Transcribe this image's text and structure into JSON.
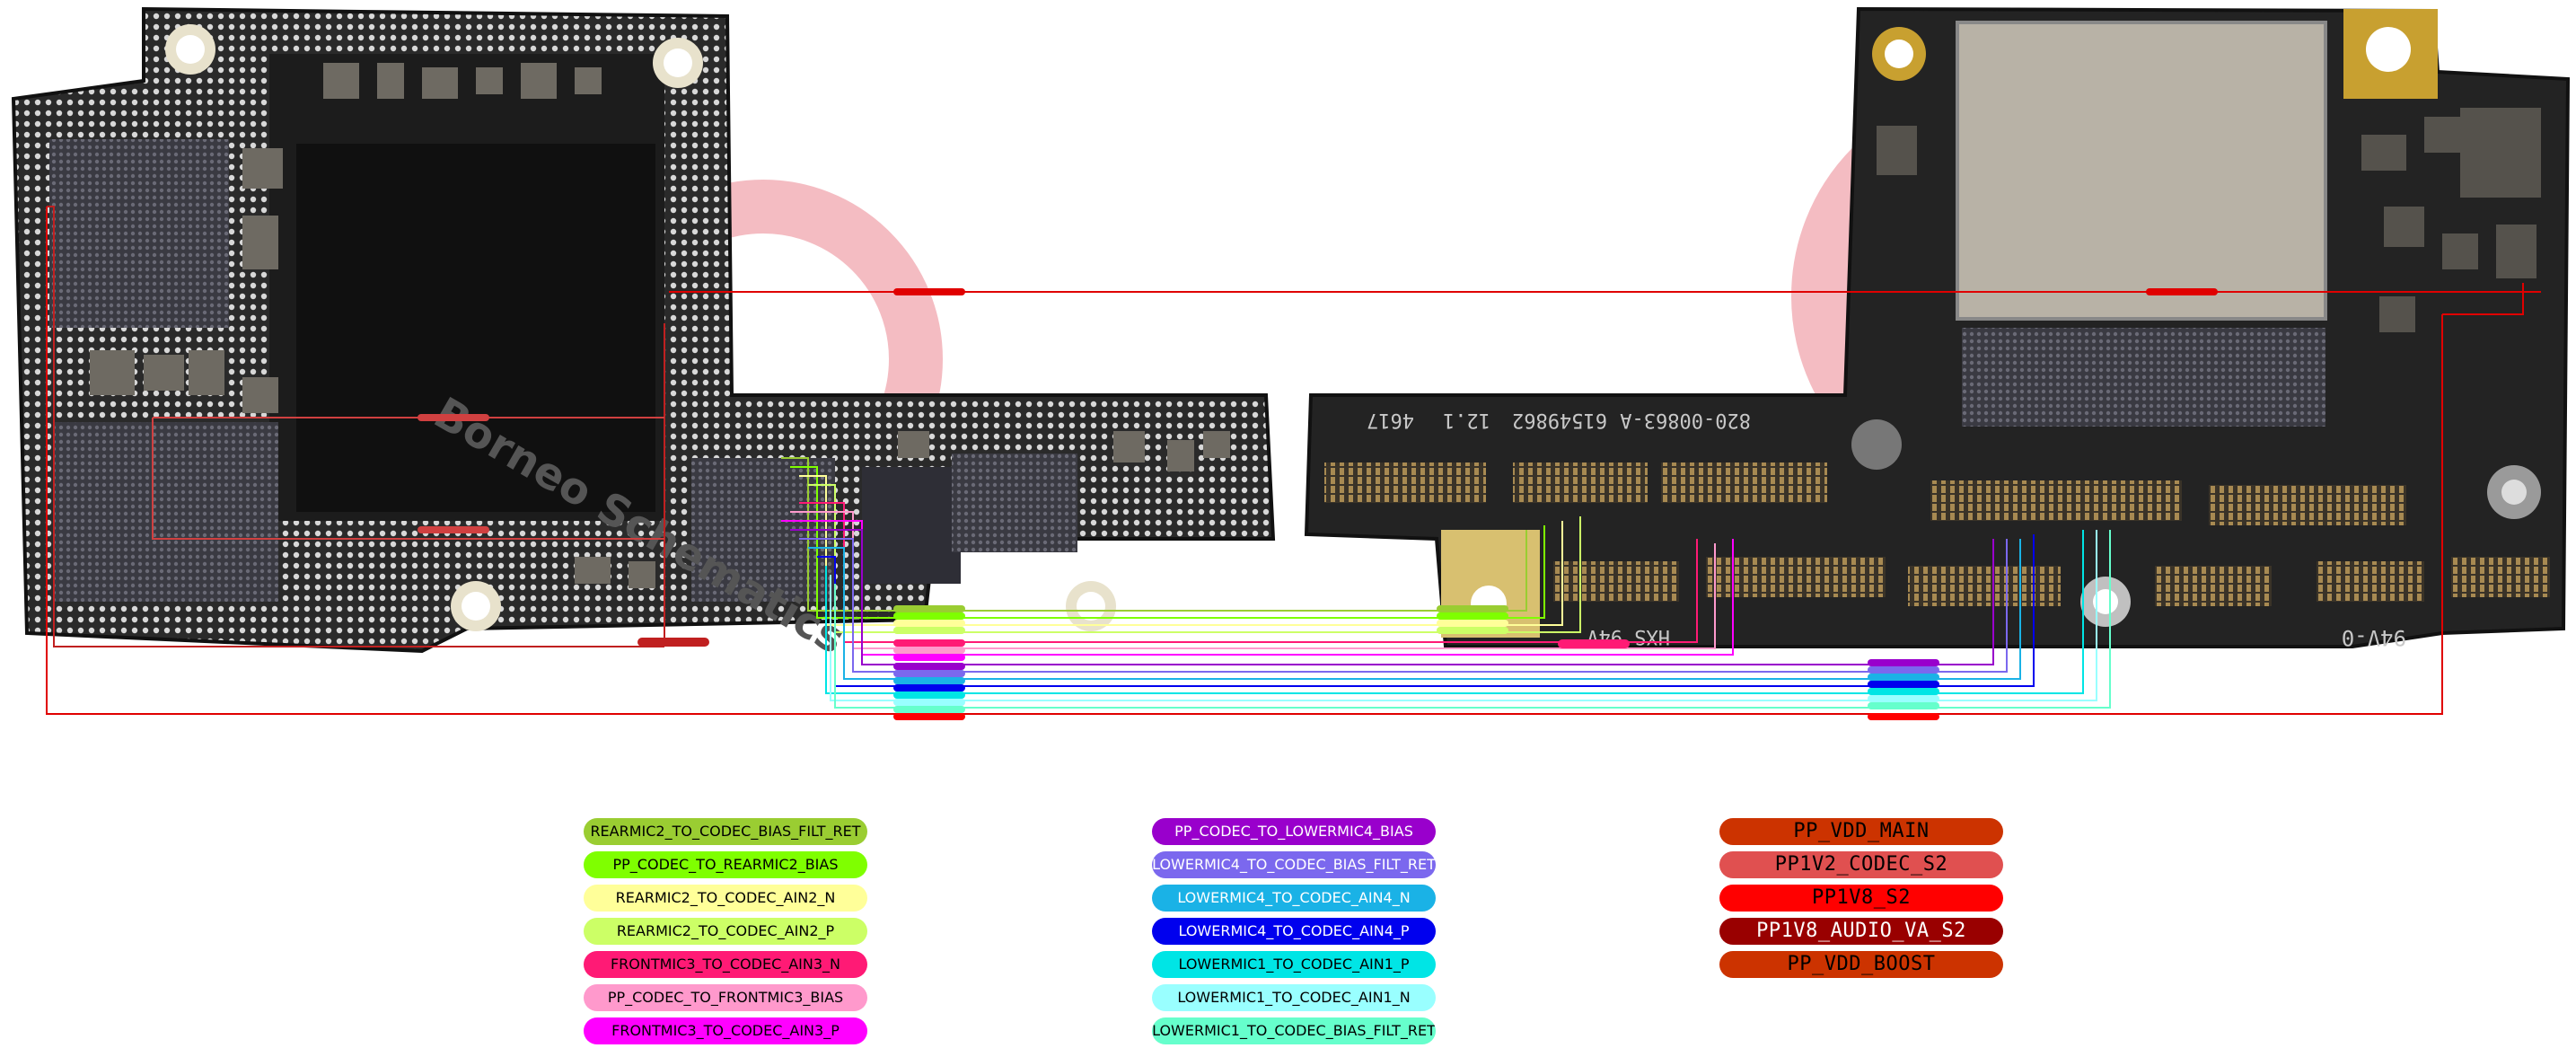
{
  "board": {
    "left_logo_text": "Borneo Schematics",
    "right_silk_line1": "820-00863-A",
    "right_silk_line2": "61549862",
    "right_silk_line3": "12.1",
    "right_silk_line4": "4617",
    "right_silk_bottom": "94V-0",
    "right_silk_bottom2": "HXS 94V"
  },
  "legend": {
    "column1": [
      {
        "label": "REARMIC2_TO_CODEC_BIAS_FILT_RET",
        "color": "#9acd32",
        "text_color": "#000000"
      },
      {
        "label": "PP_CODEC_TO_REARMIC2_BIAS",
        "color": "#7fff00",
        "text_color": "#000000"
      },
      {
        "label": "REARMIC2_TO_CODEC_AIN2_N",
        "color": "#ffff99",
        "text_color": "#000000"
      },
      {
        "label": "REARMIC2_TO_CODEC_AIN2_P",
        "color": "#ccff66",
        "text_color": "#000000"
      },
      {
        "label": "FRONTMIC3_TO_CODEC_AIN3_N",
        "color": "#ff1a75",
        "text_color": "#000000"
      },
      {
        "label": "PP_CODEC_TO_FRONTMIC3_BIAS",
        "color": "#ff99cc",
        "text_color": "#000000"
      },
      {
        "label": "FRONTMIC3_TO_CODEC_AIN3_P",
        "color": "#ff00ff",
        "text_color": "#000000"
      }
    ],
    "column2": [
      {
        "label": "PP_CODEC_TO_LOWERMIC4_BIAS",
        "color": "#9900cc",
        "text_color": "#ffffff"
      },
      {
        "label": "LOWERMIC4_TO_CODEC_BIAS_FILT_RET",
        "color": "#7b68ee",
        "text_color": "#ffffff"
      },
      {
        "label": "LOWERMIC4_TO_CODEC_AIN4_N",
        "color": "#1ab2e6",
        "text_color": "#ffffff"
      },
      {
        "label": "LOWERMIC4_TO_CODEC_AIN4_P",
        "color": "#0000ee",
        "text_color": "#ffffff"
      },
      {
        "label": "LOWERMIC1_TO_CODEC_AIN1_P",
        "color": "#00e5e5",
        "text_color": "#000000"
      },
      {
        "label": "LOWERMIC1_TO_CODEC_AIN1_N",
        "color": "#99ffff",
        "text_color": "#000000"
      },
      {
        "label": "LOWERMIC1_TO_CODEC_BIAS_FILT_RET",
        "color": "#66ffcc",
        "text_color": "#000000"
      }
    ],
    "column3": [
      {
        "label": "PP_VDD_MAIN",
        "color": "#cc3300",
        "text_color": "#000000"
      },
      {
        "label": "PP1V2_CODEC_S2",
        "color": "#e05050",
        "text_color": "#000000"
      },
      {
        "label": "PP1V8_S2",
        "color": "#ff0000",
        "text_color": "#000000"
      },
      {
        "label": "PP1V8_AUDIO_VA_S2",
        "color": "#990000",
        "text_color": "#ffffff"
      },
      {
        "label": "PP_VDD_BOOST",
        "color": "#cc3300",
        "text_color": "#000000"
      }
    ]
  },
  "net_colors": [
    "#9acd32",
    "#7fff00",
    "#ffff99",
    "#ccff66",
    "#ff1a75",
    "#ff99cc",
    "#ff00ff",
    "#9900cc",
    "#7b68ee",
    "#1ab2e6",
    "#0000ee",
    "#00e5e5",
    "#99ffff",
    "#66ffcc",
    "#ff0000"
  ]
}
